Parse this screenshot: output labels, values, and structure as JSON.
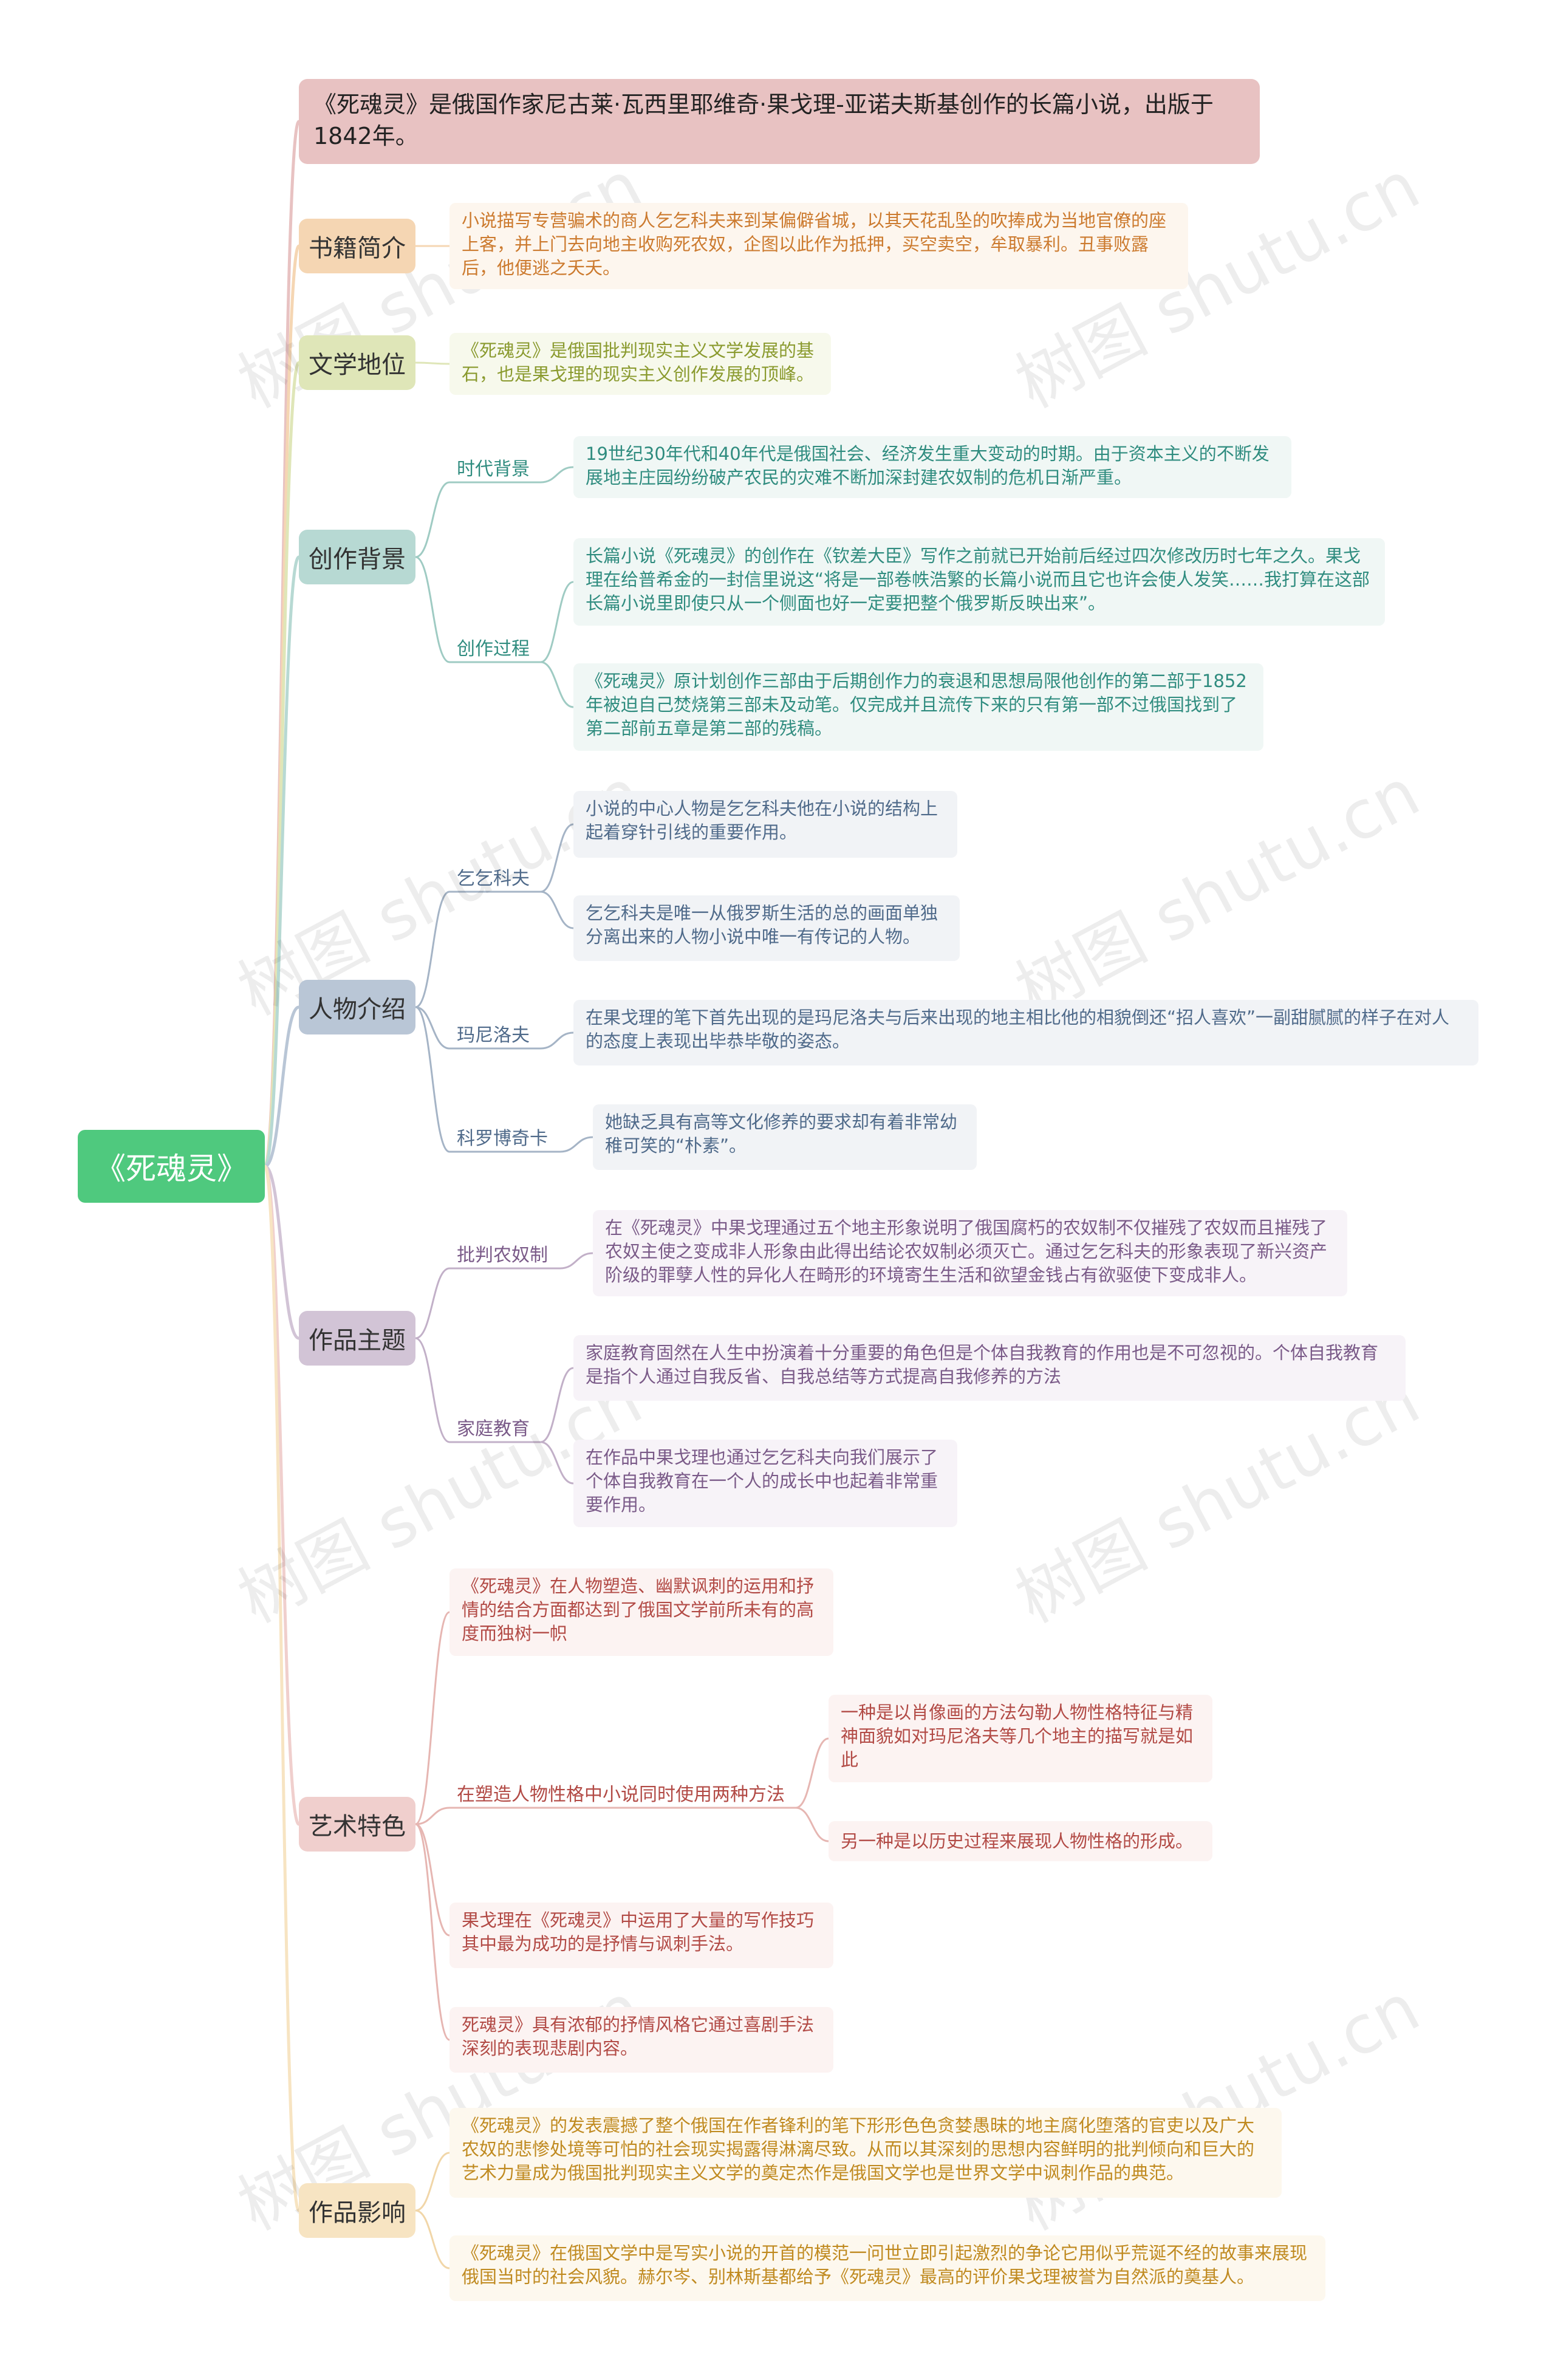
{
  "root": {
    "title": "《死魂灵》"
  },
  "intro": "《死魂灵》是俄国作家尼古莱·瓦西里耶维奇·果戈理-亚诺夫斯基创作的长篇小说，出版于1842年。",
  "watermark": "树图 shutu.cn",
  "colors": {
    "root": "#4fc97e",
    "intro": "#e8c2c2",
    "summary": "#f5d6b3",
    "status": "#dfe6b8",
    "background": "#b7d9d3",
    "characters": "#b9c6d6",
    "theme": "#d2c4d6",
    "art": "#f0cfcd",
    "influence": "#f7e4c2"
  },
  "branches": {
    "summary": {
      "label": "书籍简介",
      "text": "小说描写专营骗术的商人乞乞科夫来到某偏僻省城，以其天花乱坠的吹捧成为当地官僚的座上客，并上门去向地主收购死农奴，企图以此作为抵押，买空卖空，牟取暴利。丑事败露后，他便逃之夭夭。"
    },
    "status": {
      "label": "文学地位",
      "text": "《死魂灵》是俄国批判现实主义文学发展的基石，也是果戈理的现实主义创作发展的顶峰。"
    },
    "background": {
      "label": "创作背景",
      "era": {
        "label": "时代背景",
        "text": "19世纪30年代和40年代是俄国社会、经济发生重大变动的时期。由于资本主义的不断发展地主庄园纷纷破产农民的灾难不断加深封建农奴制的危机日渐严重。"
      },
      "process": {
        "label": "创作过程",
        "items": [
          "长篇小说《死魂灵》的创作在《钦差大臣》写作之前就已开始前后经过四次修改历时七年之久。果戈理在给普希金的一封信里说这“将是一部卷帙浩繁的长篇小说而且它也许会使人发笑……我打算在这部长篇小说里即使只从一个侧面也好一定要把整个俄罗斯反映出来”。",
          "《死魂灵》原计划创作三部由于后期创作力的衰退和思想局限他创作的第二部于1852年被迫自己焚烧第三部未及动笔。仅完成并且流传下来的只有第一部不过俄国找到了第二部前五章是第二部的残稿。"
        ]
      }
    },
    "characters": {
      "label": "人物介绍",
      "chichikov": {
        "label": "乞乞科夫",
        "items": [
          "小说的中心人物是乞乞科夫他在小说的结构上起着穿针引线的重要作用。",
          "乞乞科夫是唯一从俄罗斯生活的总的画面单独分离出来的人物小说中唯一有传记的人物。"
        ]
      },
      "manilov": {
        "label": "玛尼洛夫",
        "text": "在果戈理的笔下首先出现的是玛尼洛夫与后来出现的地主相比他的相貌倒还“招人喜欢”一副甜腻腻的样子在对人的态度上表现出毕恭毕敬的姿态。"
      },
      "korobochka": {
        "label": "科罗博奇卡",
        "text": "她缺乏具有高等文化修养的要求却有着非常幼稚可笑的“朴素”。"
      }
    },
    "theme": {
      "label": "作品主题",
      "serfdom": {
        "label": "批判农奴制",
        "text": "在《死魂灵》中果戈理通过五个地主形象说明了俄国腐朽的农奴制不仅摧残了农奴而且摧残了农奴主使之变成非人形象由此得出结论农奴制必须灭亡。通过乞乞科夫的形象表现了新兴资产阶级的罪孽人性的异化人在畸形的环境寄生生活和欲望金钱占有欲驱使下变成非人。"
      },
      "education": {
        "label": "家庭教育",
        "items": [
          "家庭教育固然在人生中扮演着十分重要的角色但是个体自我教育的作用也是不可忽视的。个体自我教育是指个人通过自我反省、自我总结等方式提高自我修养的方法",
          "在作品中果戈理也通过乞乞科夫向我们展示了个体自我教育在一个人的成长中也起着非常重要作用。"
        ]
      }
    },
    "art": {
      "label": "艺术特色",
      "items": [
        "《死魂灵》在人物塑造、幽默讽刺的运用和抒情的结合方面都达到了俄国文学前所未有的高度而独树一帜",
        "果戈理在《死魂灵》中运用了大量的写作技巧其中最为成功的是抒情与讽刺手法。",
        "死魂灵》具有浓郁的抒情风格它通过喜剧手法深刻的表现悲剧内容。"
      ],
      "methods": {
        "label": "在塑造人物性格中小说同时使用两种方法",
        "items": [
          "一种是以肖像画的方法勾勒人物性格特征与精神面貌如对玛尼洛夫等几个地主的描写就是如此",
          "另一种是以历史过程来展现人物性格的形成。"
        ]
      }
    },
    "influence": {
      "label": "作品影响",
      "items": [
        "《死魂灵》的发表震撼了整个俄国在作者锋利的笔下形形色色贪婪愚昧的地主腐化堕落的官吏以及广大农奴的悲惨处境等可怕的社会现实揭露得淋漓尽致。从而以其深刻的思想内容鲜明的批判倾向和巨大的艺术力量成为俄国批判现实主义文学的奠定杰作是俄国文学也是世界文学中讽刺作品的典范。",
        "《死魂灵》在俄国文学中是写实小说的开首的模范一问世立即引起激烈的争论它用似乎荒诞不经的故事来展现俄国当时的社会风貌。赫尔岑、别林斯基都给予《死魂灵》最高的评价果戈理被誉为自然派的奠基人。"
      ]
    }
  }
}
